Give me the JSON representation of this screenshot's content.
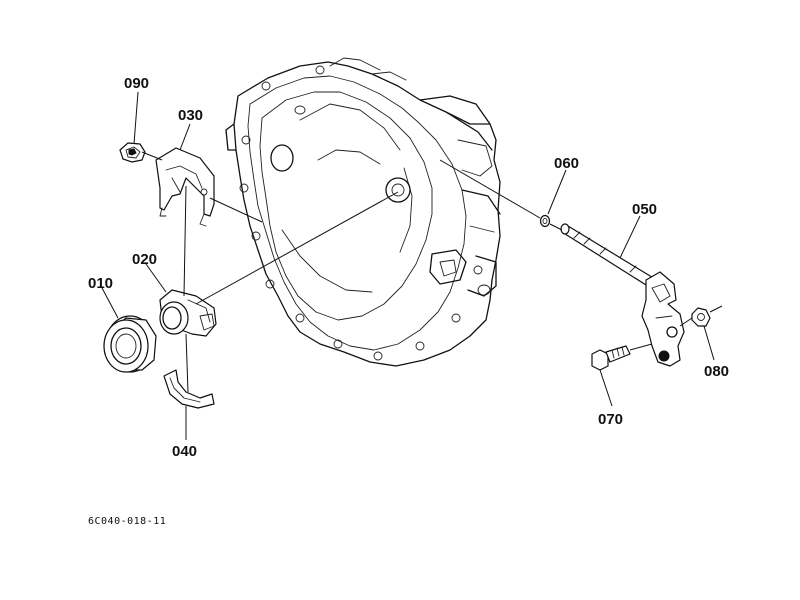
{
  "labels": {
    "p010": "010",
    "p020": "020",
    "p030": "030",
    "p040": "040",
    "p050": "050",
    "p060": "060",
    "p070": "070",
    "p080": "080",
    "p090": "090"
  },
  "drawing_code": "6C040-018-11",
  "colors": {
    "ink": "#111111",
    "paper": "#ffffff"
  }
}
